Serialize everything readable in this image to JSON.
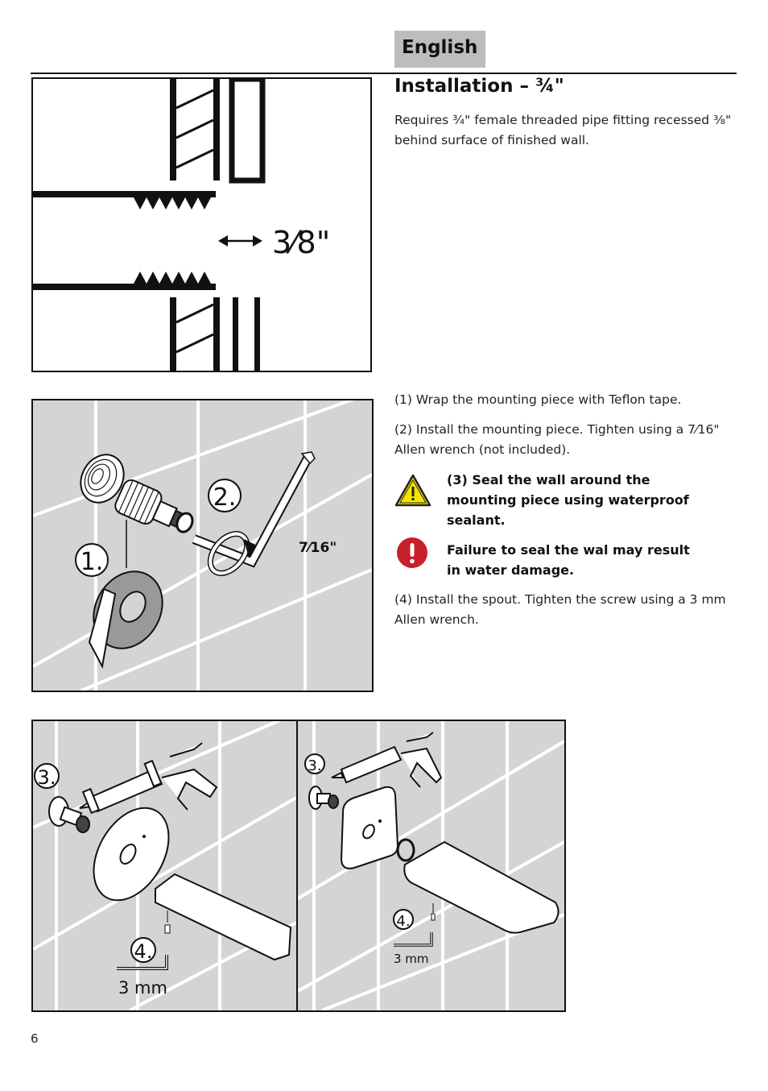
{
  "header": {
    "language_tab": "English",
    "section_title": "Installation – ¾\""
  },
  "intro": {
    "text_line1": "Requires ¾\" female threaded pipe fitting recessed ⅜\"",
    "text_line2": "behind surface of finished wall."
  },
  "figure_recess": {
    "dimension_label": "3⁄8\"",
    "arrow_icon": "double-arrow"
  },
  "steps": {
    "step1": "(1) Wrap the mounting piece with Teflon tape.",
    "step2_line1": "(2) Install the mounting piece.  Tighten using a 7⁄16\"",
    "step2_line2": "Allen wrench (not included).",
    "step3_line1": "(3) Seal the wall around the",
    "step3_line2": "mounting piece using waterproof",
    "step3_line3": "sealant.",
    "warning_line1": "Failure to seal the wal may result",
    "warning_line2": "in water damage.",
    "step4_line1": "(4) Install the spout.  Tighten the screw using a 3 mm",
    "step4_line2": "Allen wrench."
  },
  "icons": {
    "caution": "warning-triangle",
    "danger": "exclamation-circle",
    "caution_color": "#f5e400",
    "danger_color": "#c8202a"
  },
  "figure_mount": {
    "callout1": "1.",
    "callout2": "2.",
    "wrench_size": "7⁄16\""
  },
  "figure_round": {
    "callout3": "3.",
    "callout4": "4.",
    "wrench_size": "3 mm"
  },
  "figure_square": {
    "callout3": "3.",
    "callout4": "4.",
    "wrench_size": "3 mm"
  },
  "footer": {
    "page_number": "6"
  },
  "colors": {
    "tab_bg": "#bdbdbd",
    "tile_bg": "#d3d4d6",
    "grout": "#ffffff"
  }
}
